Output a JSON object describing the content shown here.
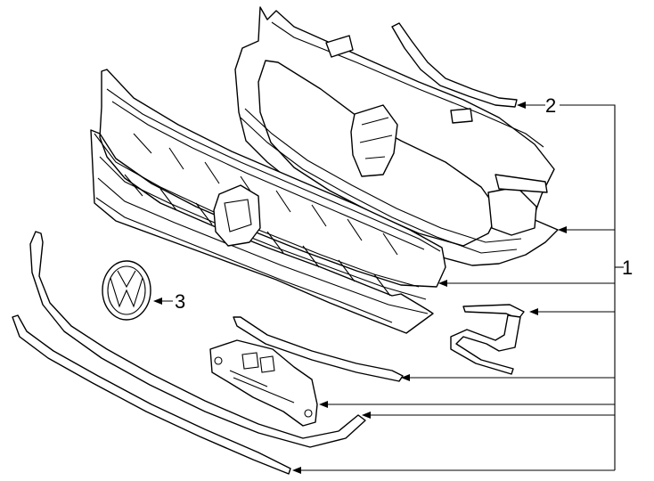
{
  "diagram": {
    "callouts": {
      "one": "1",
      "two": "2",
      "three": "3"
    }
  }
}
